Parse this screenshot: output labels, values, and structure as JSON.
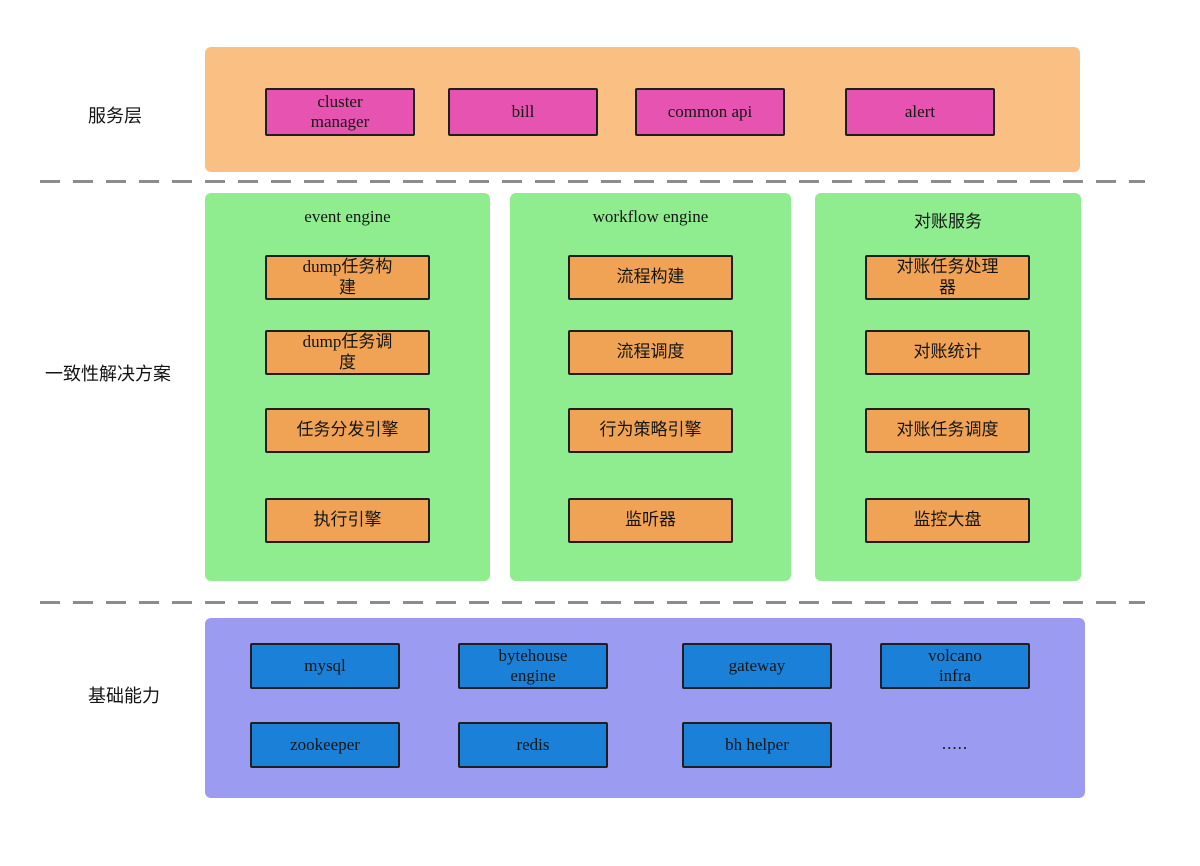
{
  "side_labels": {
    "service": "服务层",
    "consistency": "一致性解决方案",
    "infra": "基础能力"
  },
  "service_layer": {
    "items": [
      "cluster\nmanager",
      "bill",
      "common api",
      "alert"
    ]
  },
  "consistency_layer": {
    "groups": [
      {
        "title": "event engine",
        "items": [
          "dump任务构\n建",
          "dump任务调\n度",
          "任务分发引擎",
          "执行引擎"
        ]
      },
      {
        "title": "workflow engine",
        "items": [
          "流程构建",
          "流程调度",
          "行为策略引擎",
          "监听器"
        ]
      },
      {
        "title": "对账服务",
        "items": [
          "对账任务处理\n器",
          "对账统计",
          "对账任务调度",
          "监控大盘"
        ]
      }
    ]
  },
  "infra_layer": {
    "row1": [
      "mysql",
      "bytehouse\nengine",
      "gateway",
      "volcano\ninfra"
    ],
    "row2": [
      "zookeeper",
      "redis",
      "bh helper"
    ],
    "ellipsis": "....."
  },
  "colors": {
    "service_container": "#FAC083",
    "service_box": "#E653B1",
    "consistency_container": "#8FED8F",
    "consistency_box": "#F0A355",
    "infra_container": "#9B9BF2",
    "infra_box": "#1A80D8",
    "separator": "#8C8C8C",
    "box_border": "#1F1F1F"
  }
}
